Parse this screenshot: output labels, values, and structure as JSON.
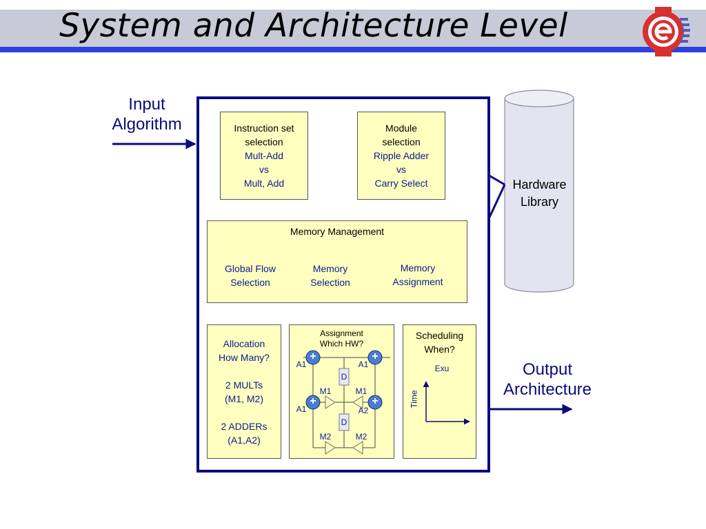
{
  "slide": {
    "title": "System and Architecture Level"
  },
  "diagram": {
    "input": [
      "Input",
      "Algorithm"
    ],
    "output": [
      "Output",
      "Architecture"
    ],
    "hardware_library": [
      "Hardware",
      "Library"
    ],
    "instruction_box": {
      "heading": [
        "Instruction set",
        "selection"
      ],
      "options": [
        "Mult-Add",
        "vs",
        "Mult, Add"
      ]
    },
    "module_box": {
      "heading": [
        "Module",
        "selection"
      ],
      "options": [
        "Ripple Adder",
        "vs",
        "Carry Select"
      ]
    },
    "memory_box": {
      "heading": "Memory Management",
      "items": [
        [
          "Global Flow",
          "Selection"
        ],
        [
          "Memory",
          "Selection"
        ],
        [
          "Memory",
          "Assignment"
        ]
      ]
    },
    "allocation_box": {
      "lines": [
        "Allocation",
        "How Many?",
        "",
        "2 MULTs",
        "(M1, M2)",
        "",
        "2 ADDERs",
        "(A1,A2)"
      ]
    },
    "assignment_box": {
      "heading": [
        "Assignment",
        "Which HW?"
      ],
      "adder_symbol": "+",
      "labels": {
        "a1_top_left": "A1",
        "a1_top_right": "A1",
        "a1_bottom_left": "A1",
        "a2_bottom_right": "A2",
        "m1_left": "M1",
        "m1_right": "M1",
        "m2_left": "M2",
        "m2_right": "M2",
        "d_top": "D",
        "d_bottom": "D"
      }
    },
    "scheduling_box": {
      "heading": [
        "Scheduling",
        "When?"
      ],
      "exu_label": "Exu",
      "time_label": "Time"
    }
  },
  "colors": {
    "box_fill": "#ffffc0",
    "frame": "#0a0a80",
    "title_bar": "#c8cad8",
    "title_stripe": "#2f3fe0",
    "node_fill": "#4a7ed0",
    "cylinder_fill": "#e4e4f0"
  }
}
